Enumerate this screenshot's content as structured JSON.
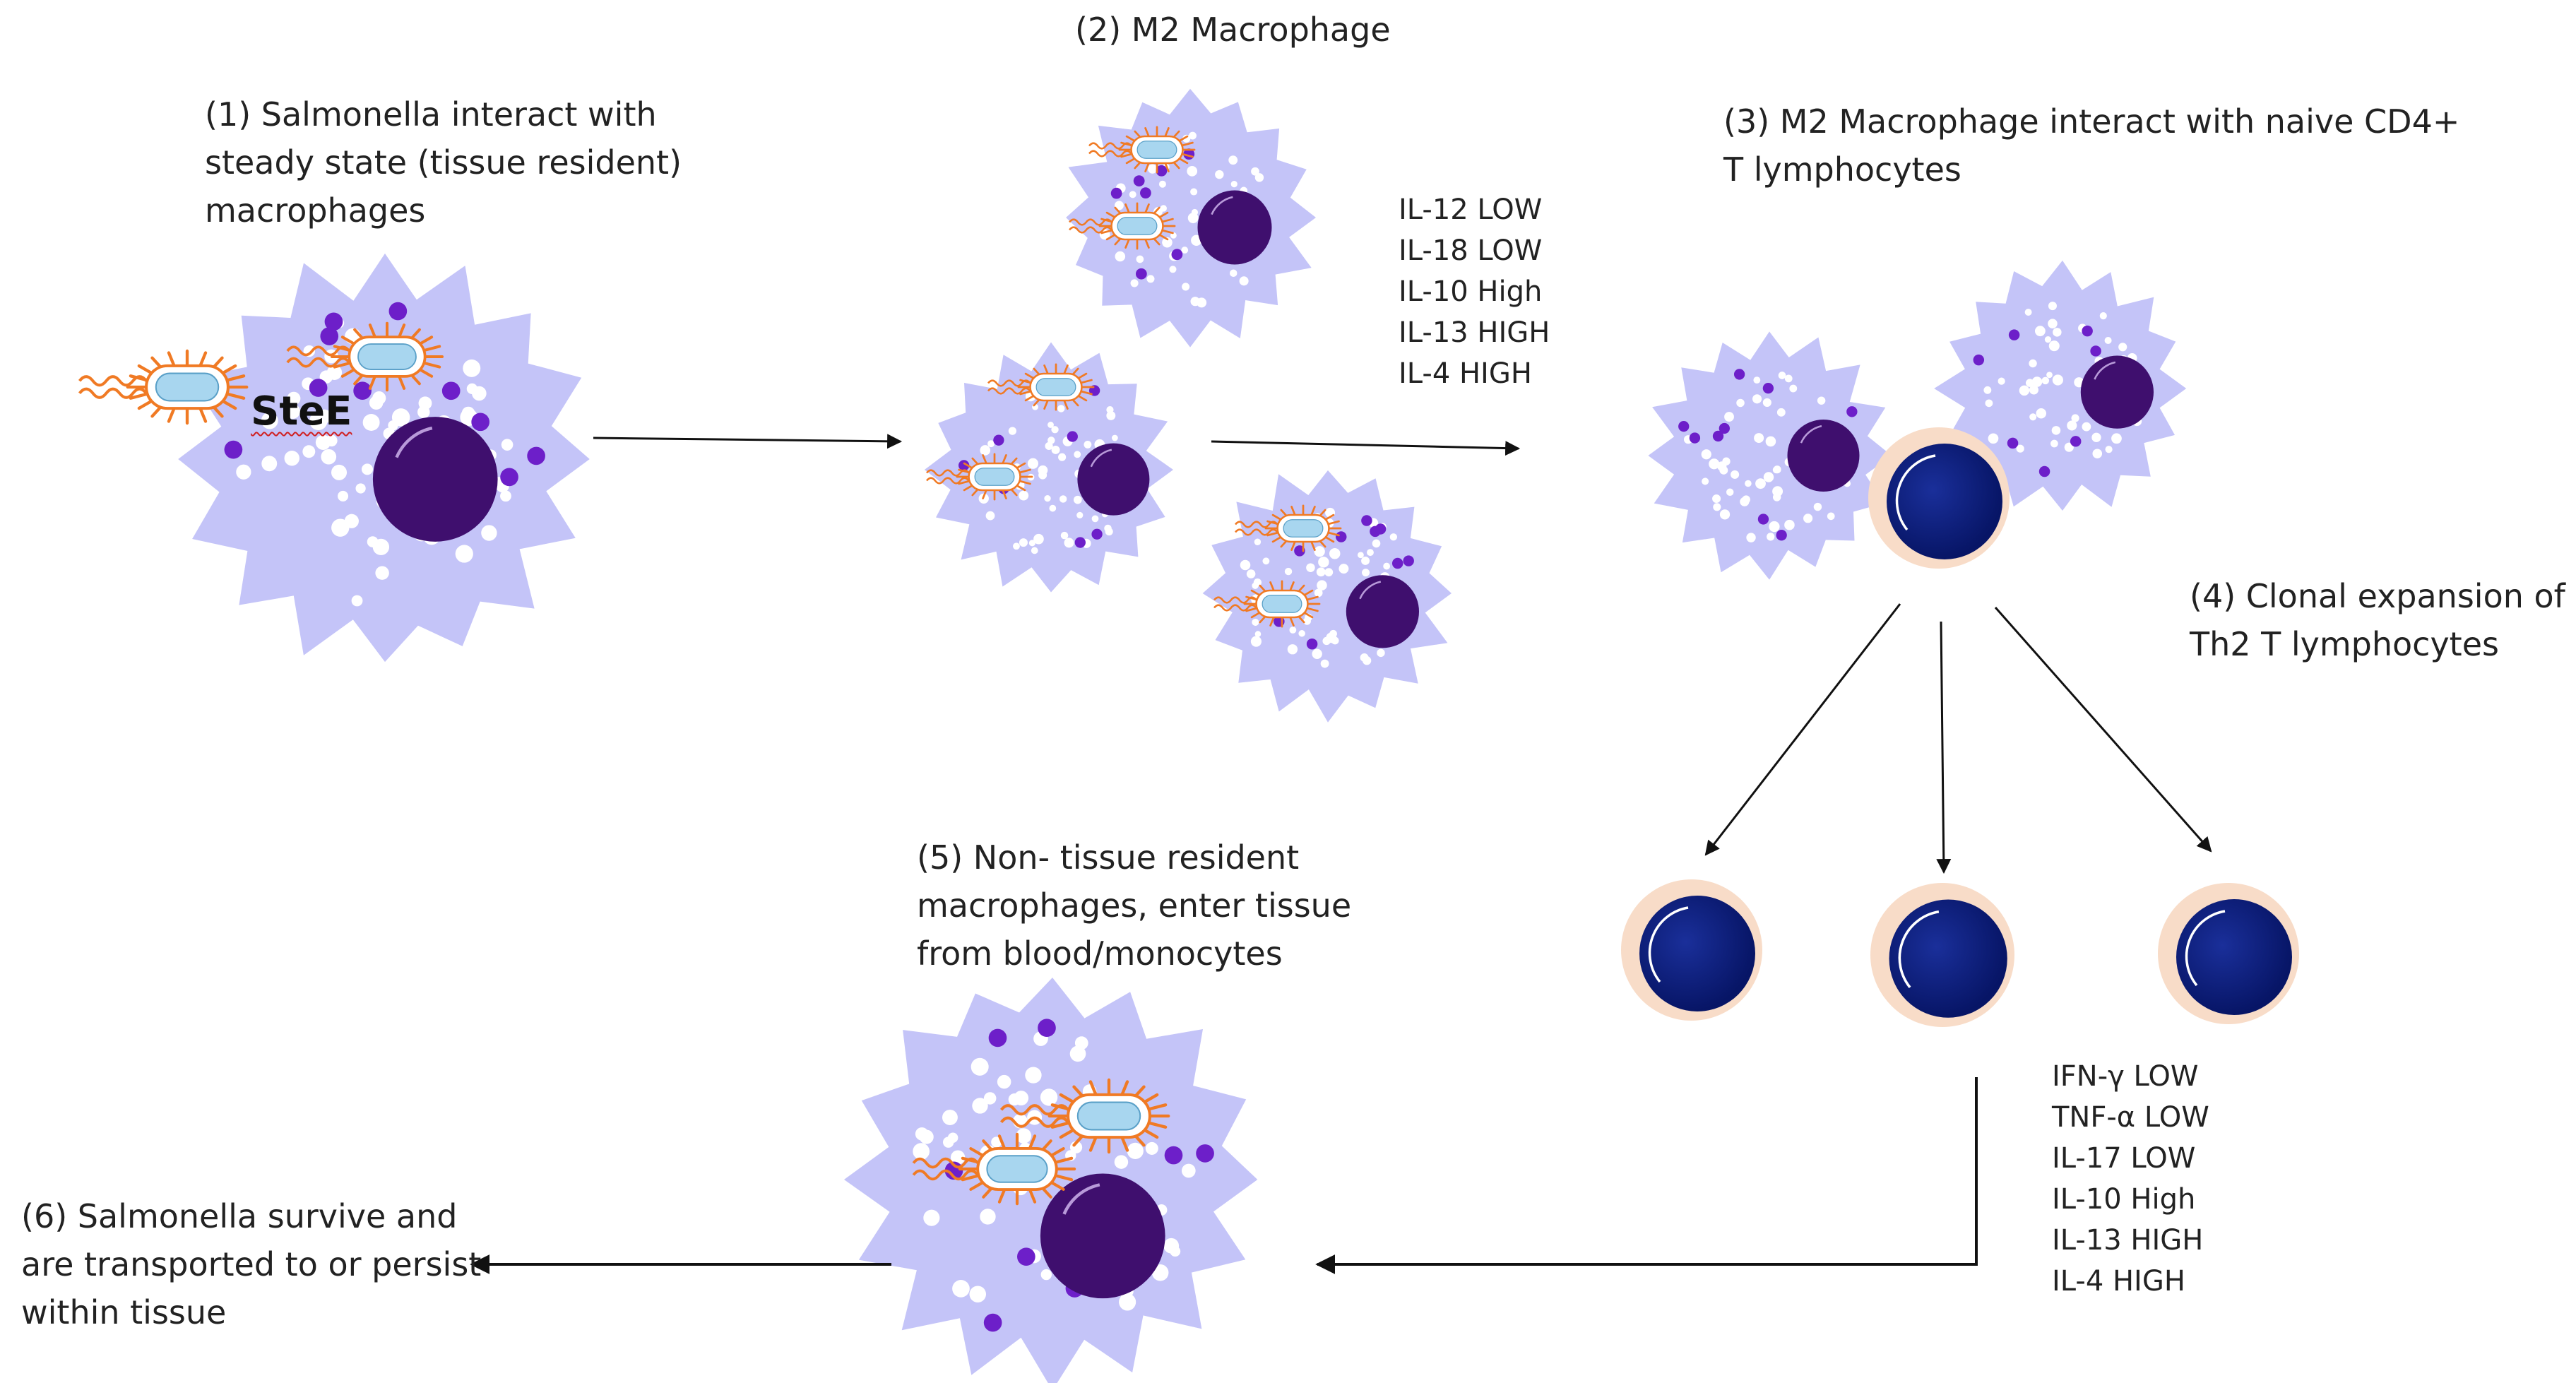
{
  "labels": {
    "step1": "(1) Salmonella interact with\nsteady state (tissue resident)\nmacrophages",
    "step2": "(2) M2 Macrophage",
    "step3": "(3) M2 Macrophage interact with naive CD4+\nT lymphocytes",
    "step4": "(4) Clonal expansion of\nTh2 T lymphocytes",
    "step5": "(5) Non- tissue resident\nmacrophages, enter tissue\nfrom blood/monocytes",
    "step6": "(6) Salmonella survive and\nare transported to or persist\nwithin tissue"
  },
  "effector": "SteE",
  "macrophage_cytokines": [
    "IL-12 LOW",
    "IL-18 LOW",
    "IL-10 High",
    "IL-13 HIGH",
    "IL-4 HIGH"
  ],
  "tcell_cytokines": [
    "IFN-γ LOW",
    "TNF-α LOW",
    "IL-17 LOW",
    "IL-10 High",
    "IL-13 HIGH",
    "IL-4 HIGH"
  ],
  "colors": {
    "cytoplasm": "#c4c4f8",
    "nucleus": "#3f0f6e",
    "granule": "#6d1fc9",
    "vesicle": "#ffffff",
    "bacterium_flagella": "#f07a24",
    "bacterium_body": "#a8d6ef",
    "tcell_halo": "#f8dcc8",
    "tcell_nucleus": "#0b1f7a",
    "arrow": "#111111"
  }
}
